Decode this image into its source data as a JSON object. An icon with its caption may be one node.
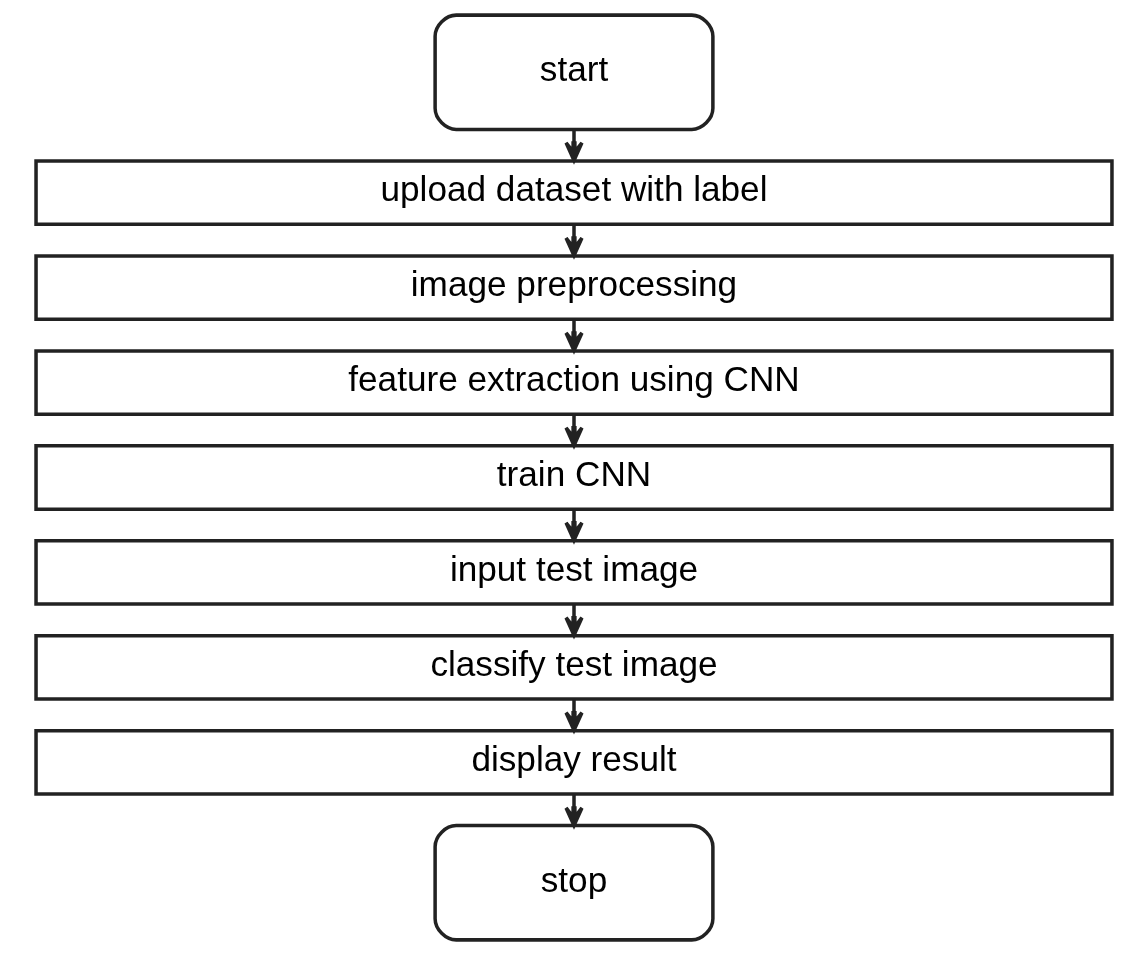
{
  "diagram": {
    "nodes": [
      {
        "text": [
          "start"
        ]
      },
      {
        "text": [
          "upload dataset with label"
        ]
      },
      {
        "text": [
          "image preprocessing"
        ]
      },
      {
        "text": [
          "feature extraction using CNN"
        ]
      },
      {
        "text": [
          "train CNN"
        ]
      },
      {
        "text": [
          "input test image"
        ]
      },
      {
        "text": [
          "classify test image"
        ]
      },
      {
        "text": [
          "display result"
        ]
      },
      {
        "text": [
          "stop"
        ]
      }
    ],
    "edges": [
      {
        "from": 0,
        "to": 1,
        "arrow": "to"
      },
      {
        "from": 1,
        "to": 2,
        "arrow": "to"
      },
      {
        "from": 2,
        "to": 3,
        "arrow": "to"
      },
      {
        "from": 3,
        "to": 4,
        "arrow": "to"
      },
      {
        "from": 4,
        "to": 5,
        "arrow": "to"
      },
      {
        "from": 5,
        "to": 6,
        "arrow": "to"
      },
      {
        "from": 6,
        "to": 7,
        "arrow": "to"
      },
      {
        "from": 7,
        "to": 8,
        "arrow": "to"
      }
    ]
  }
}
